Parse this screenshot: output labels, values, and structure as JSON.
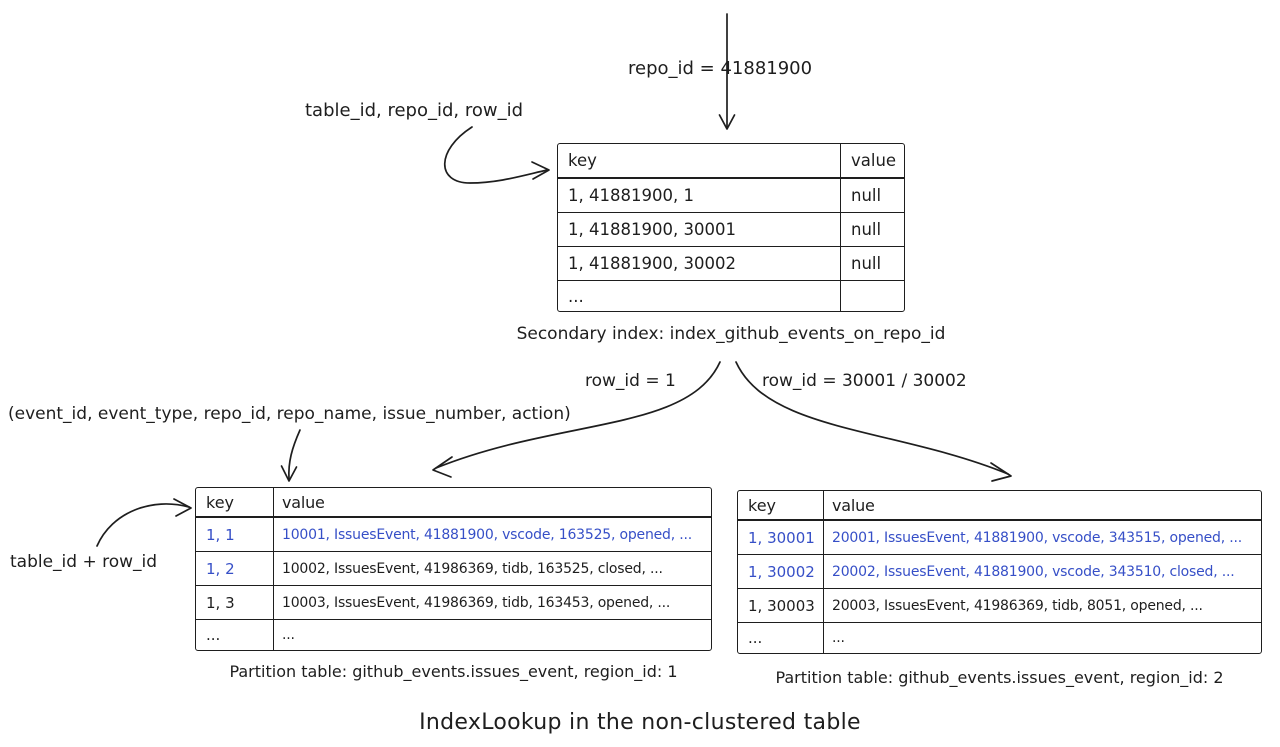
{
  "title": "IndexLookup in the non-clustered table",
  "top": {
    "query_label": "repo_id = 41881900",
    "index_columns_label": "table_id, repo_id, row_id"
  },
  "secondary_index": {
    "caption": "Secondary index: index_github_events_on_repo_id",
    "headers": [
      "key",
      "value"
    ],
    "rows": [
      {
        "key": "1, 41881900, 1",
        "value": "null"
      },
      {
        "key": "1, 41881900, 30001",
        "value": "null"
      },
      {
        "key": "1, 41881900, 30002",
        "value": "null"
      },
      {
        "key": "...",
        "value": ""
      }
    ]
  },
  "lookup": {
    "left_label": "row_id = 1",
    "right_label": "row_id = 30001 / 30002",
    "schema_label": "(event_id, event_type, repo_id, repo_name, issue_number, action)",
    "key_composition_label": "table_id + row_id"
  },
  "partition_left": {
    "caption": "Partition table: github_events.issues_event, region_id: 1",
    "headers": [
      "key",
      "value"
    ],
    "rows": [
      {
        "key": "1, 1",
        "value": "10001, IssuesEvent, 41881900, vscode, 163525, opened, ...",
        "highlight_key": true,
        "highlight_value": true
      },
      {
        "key": "1, 2",
        "value": "10002, IssuesEvent, 41986369, tidb, 163525, closed, ...",
        "highlight_key": true,
        "highlight_value": false
      },
      {
        "key": "1, 3",
        "value": "10003, IssuesEvent, 41986369, tidb, 163453, opened, ...",
        "highlight_key": false,
        "highlight_value": false
      },
      {
        "key": "...",
        "value": "...",
        "highlight_key": false,
        "highlight_value": false
      }
    ]
  },
  "partition_right": {
    "caption": "Partition table: github_events.issues_event, region_id: 2",
    "headers": [
      "key",
      "value"
    ],
    "rows": [
      {
        "key": "1, 30001",
        "value": "20001, IssuesEvent, 41881900, vscode, 343515, opened, ...",
        "highlight_key": true,
        "highlight_value": true
      },
      {
        "key": "1, 30002",
        "value": "20002, IssuesEvent, 41881900, vscode, 343510, closed, ...",
        "highlight_key": true,
        "highlight_value": true
      },
      {
        "key": "1, 30003",
        "value": "20003, IssuesEvent, 41986369, tidb, 8051, opened, ...",
        "highlight_key": false,
        "highlight_value": false
      },
      {
        "key": "...",
        "value": "...",
        "highlight_key": false,
        "highlight_value": false
      }
    ]
  },
  "colors": {
    "ink": "#1e1e1e",
    "highlight": "#364fc7"
  }
}
